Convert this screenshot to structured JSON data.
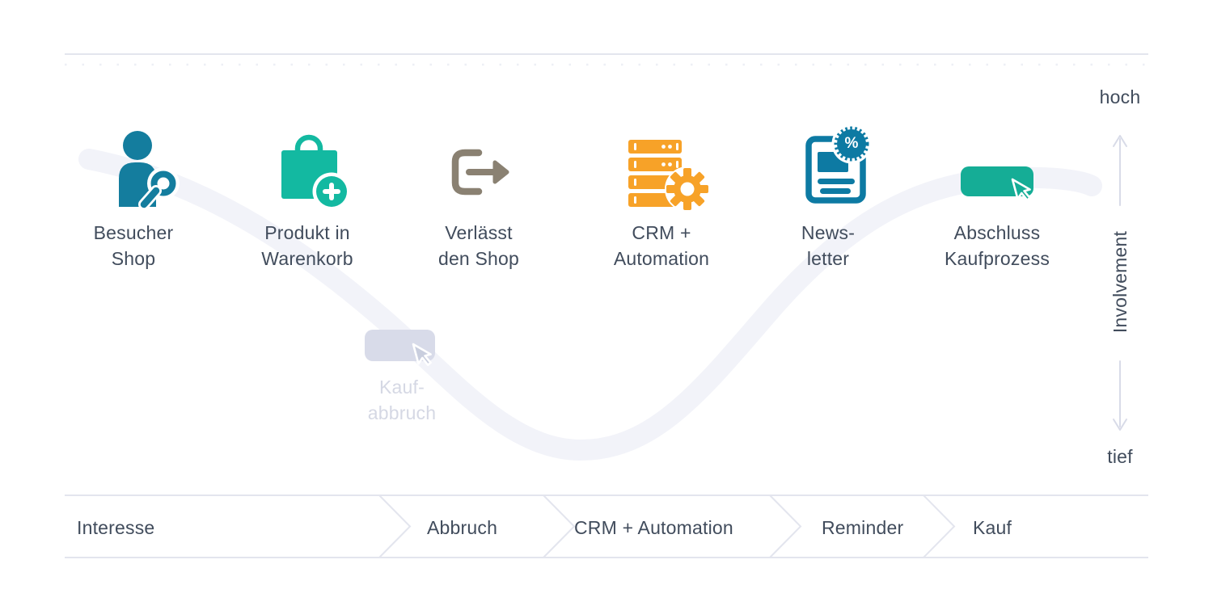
{
  "involvement_axis": {
    "high": "hoch",
    "low": "tief",
    "label": "Involvement"
  },
  "stations": [
    {
      "line1": "Besucher",
      "line2": "Shop",
      "icon": "visitor-search-icon"
    },
    {
      "line1": "Produkt in",
      "line2": "Warenkorb",
      "icon": "add-to-cart-icon"
    },
    {
      "line1": "Verlässt",
      "line2": "den Shop",
      "icon": "exit-shop-icon"
    },
    {
      "line1": "CRM +",
      "line2": "Automation",
      "icon": "crm-server-gear-icon"
    },
    {
      "line1": "News-",
      "line2": "letter",
      "icon": "newsletter-discount-icon",
      "badge": "%"
    },
    {
      "line1": "Abschluss",
      "line2": "Kaufprozess",
      "icon": "checkout-click-icon"
    }
  ],
  "dropoff": {
    "line1": "Kauf-",
    "line2": "abbruch",
    "icon": "abandoned-click-icon"
  },
  "process_bar": {
    "steps": [
      "Interesse",
      "Abbruch",
      "CRM + Automation",
      "Reminder",
      "Kauf"
    ]
  },
  "colors": {
    "ink": "#414c5c",
    "person-blue": "#147d9e",
    "doc-blue": "#0d7aa3",
    "bag-teal": "#13b9a1",
    "btn-teal": "#15ad96",
    "orange": "#f7a228",
    "taupe": "#8a8172",
    "wave": "#f2f3f9",
    "rule": "#e3e5ee",
    "dot-rule": "#edeff6",
    "arrow": "#d8dbe8",
    "fade": "#d8dbe9",
    "fade-cursor": "#c9cede",
    "fade-text": "#d5d8e4"
  }
}
